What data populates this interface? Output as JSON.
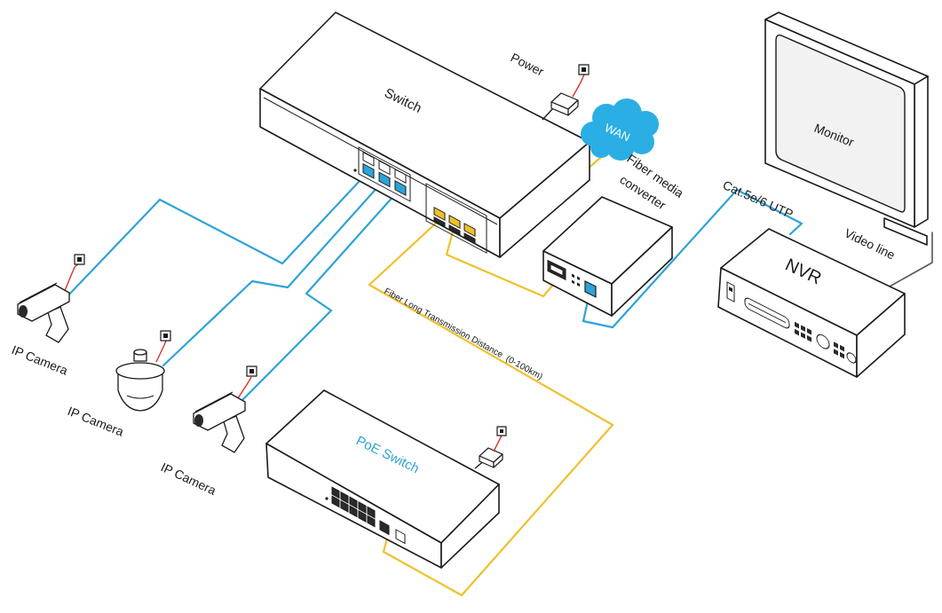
{
  "switch": {
    "label": "Switch"
  },
  "power": {
    "label": "Power"
  },
  "wan": {
    "label": "WAN"
  },
  "media_converter": {
    "label_line1": "Fiber media",
    "label_line2": "converter"
  },
  "monitor": {
    "label": "Monitor"
  },
  "nvr": {
    "label": "NVR"
  },
  "cables": {
    "utp": "Cat.5e/6 UTP",
    "video": "Video line",
    "fiber": "Fiber Long Transmission Distance  (0-100km)"
  },
  "cameras": [
    {
      "label": "IP Camera"
    },
    {
      "label": "IP Camera"
    },
    {
      "label": "IP Camera"
    }
  ],
  "poe_switch": {
    "label": "PoE Switch"
  },
  "colors": {
    "ethernet": "#2ea3d6",
    "fiber": "#f0c02c",
    "power_wire": "#d9342b",
    "wan_cloud": "#2aaee4",
    "poe_label": "#2ea3d6",
    "video_line": "#555555"
  }
}
